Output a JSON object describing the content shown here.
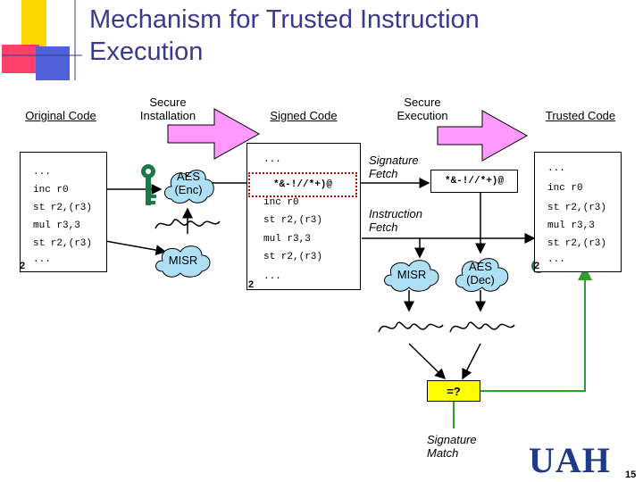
{
  "title": "Mechanism for Trusted Instruction Execution",
  "headers": {
    "original_code": "Original Code",
    "secure_installation": "Secure Installation",
    "signed_code": "Signed Code",
    "secure_execution": "Secure Execution",
    "trusted_code": "Trusted Code"
  },
  "original_code": {
    "lines": [
      "...",
      "inc r0",
      "st r2,(r3)",
      "mul r3,3",
      "st r2,(r3)",
      "..."
    ],
    "page": "2"
  },
  "signed_code": {
    "lines": [
      "...",
      "inc r0",
      "st r2,(r3)",
      "mul r3,3",
      "st r2,(r3)",
      "..."
    ],
    "signature": "*&-!//*+)@",
    "page": "2"
  },
  "trusted_code": {
    "lines": [
      "...",
      "inc r0",
      "st r2,(r3)",
      "mul r3,3",
      "st r2,(r3)",
      "..."
    ],
    "page": "2"
  },
  "installation": {
    "aes_label": "AES (Enc)",
    "misr_label": "MISR"
  },
  "execution": {
    "signature_fetch": "Signature Fetch",
    "fetched_signature": "*&-!//*+)@",
    "instruction_fetch": "Instruction Fetch",
    "misr_label": "MISR",
    "aes_label": "AES (Dec)",
    "compare_label": "=?",
    "match_label": "Signature Match"
  },
  "footer": {
    "logo": "UAH",
    "page_number": "15"
  },
  "colors": {
    "title": "#3a3a8c",
    "arrow_fill": "#ff99ff",
    "cloud": "#aee0f5",
    "key": "#1b7a4a",
    "compare": "#ffff00",
    "match_line": "#2e9e2e",
    "signature_box": "#c00000"
  }
}
